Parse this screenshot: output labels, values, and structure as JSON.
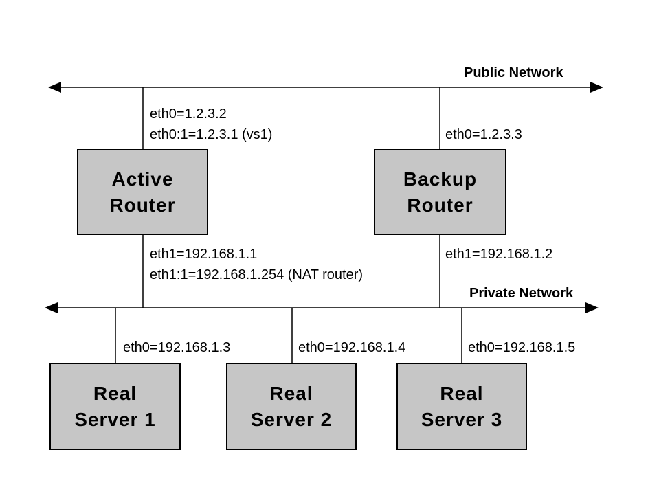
{
  "colors": {
    "box_fill": "#c6c6c6",
    "line_color": "#000000",
    "background": "#ffffff"
  },
  "labels": {
    "public_network": "Public Network",
    "private_network": "Private Network"
  },
  "nodes": {
    "active_router": "Active\nRouter",
    "backup_router": "Backup\nRouter",
    "real_server_1": "Real\nServer 1",
    "real_server_2": "Real\nServer 2",
    "real_server_3": "Real\nServer 3"
  },
  "interfaces": {
    "active_router_public": [
      "eth0=1.2.3.2",
      "eth0:1=1.2.3.1 (vs1)"
    ],
    "backup_router_public": "eth0=1.2.3.3",
    "active_router_private": [
      "eth1=192.168.1.1",
      "eth1:1=192.168.1.254 (NAT router)"
    ],
    "backup_router_private": "eth1=192.168.1.2",
    "real_server_1": "eth0=192.168.1.3",
    "real_server_2": "eth0=192.168.1.4",
    "real_server_3": "eth0=192.168.1.5"
  }
}
